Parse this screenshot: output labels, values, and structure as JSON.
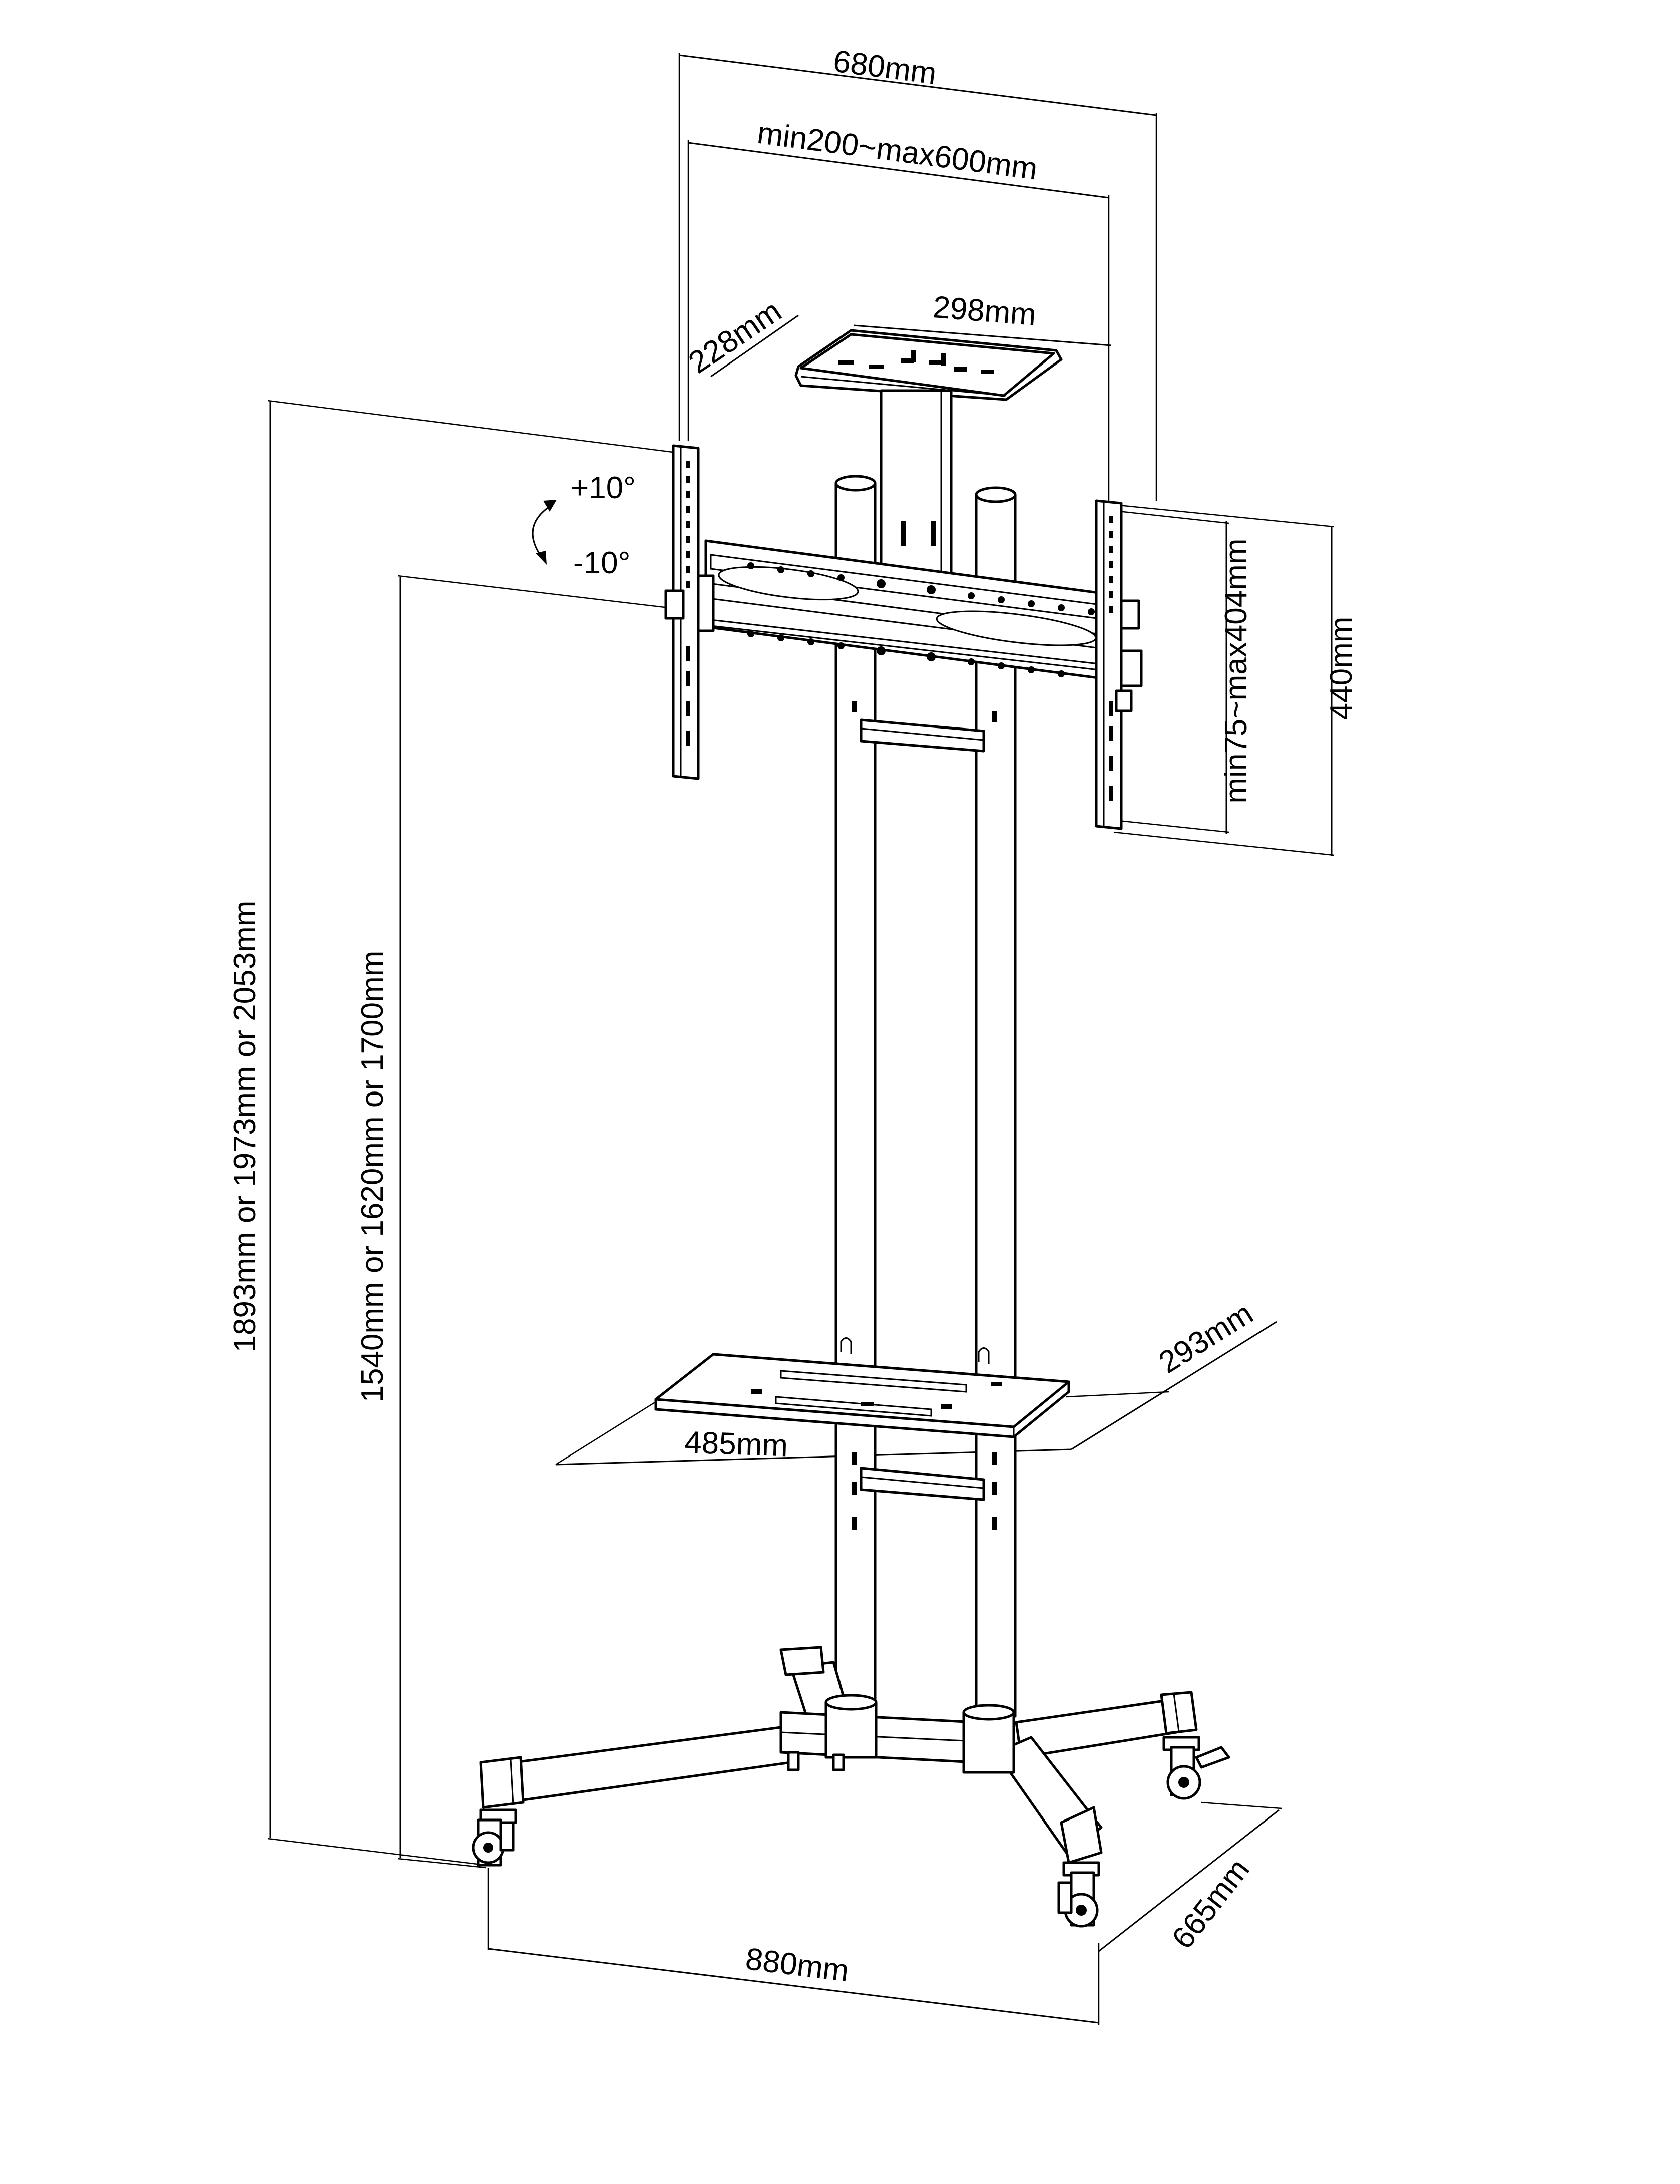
{
  "dimensions": {
    "overall_width": "680mm",
    "vesa_width": "min200~max600mm",
    "top_shelf_depth": "228mm",
    "top_shelf_width": "298mm",
    "tilt_up": "+10°",
    "tilt_down": "-10°",
    "vesa_height": "min75~max404mm",
    "bracket_height": "440mm",
    "total_height": "1893mm or 1973mm or 2053mm",
    "center_height": "1540mm or 1620mm or 1700mm",
    "lower_shelf_depth": "293mm",
    "lower_shelf_width": "485mm",
    "base_width": "880mm",
    "base_depth": "665mm"
  }
}
